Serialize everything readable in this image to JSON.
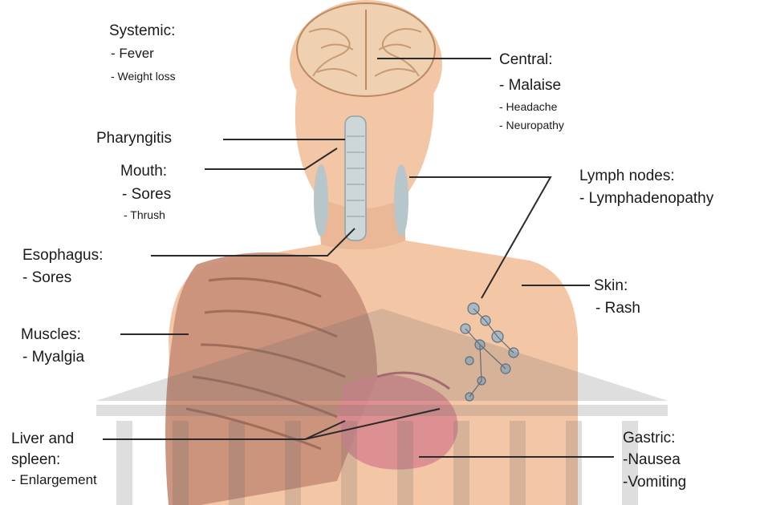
{
  "labels": {
    "systemic": {
      "title": "Systemic:",
      "items": [
        "- Fever",
        "- Weight loss"
      ]
    },
    "central": {
      "title": "Central:",
      "items": [
        "- Malaise",
        "- Headache",
        "- Neuropathy"
      ]
    },
    "pharyngitis": {
      "title": "Pharyngitis"
    },
    "mouth": {
      "title": "Mouth:",
      "items": [
        "- Sores",
        "- Thrush"
      ]
    },
    "lymph": {
      "title": "Lymph nodes:",
      "items": [
        "- Lymphadenopathy"
      ]
    },
    "esophagus": {
      "title": "Esophagus:",
      "items": [
        "- Sores"
      ]
    },
    "skin": {
      "title": "Skin:",
      "items": [
        "- Rash"
      ]
    },
    "muscles": {
      "title": "Muscles:",
      "items": [
        "- Myalgia"
      ]
    },
    "liver": {
      "title_line1": "Liver and",
      "title_line2": "spleen:",
      "items": [
        "- Enlargement"
      ]
    },
    "gastric": {
      "title": "Gastric:",
      "items": [
        "-Nausea",
        "-Vomiting"
      ]
    }
  },
  "colors": {
    "skin": "#f3c6a5",
    "brain": "#e9b88f",
    "muscle": "#c9907a",
    "organ": "#d98a8f",
    "line": "#2b2b2b"
  }
}
